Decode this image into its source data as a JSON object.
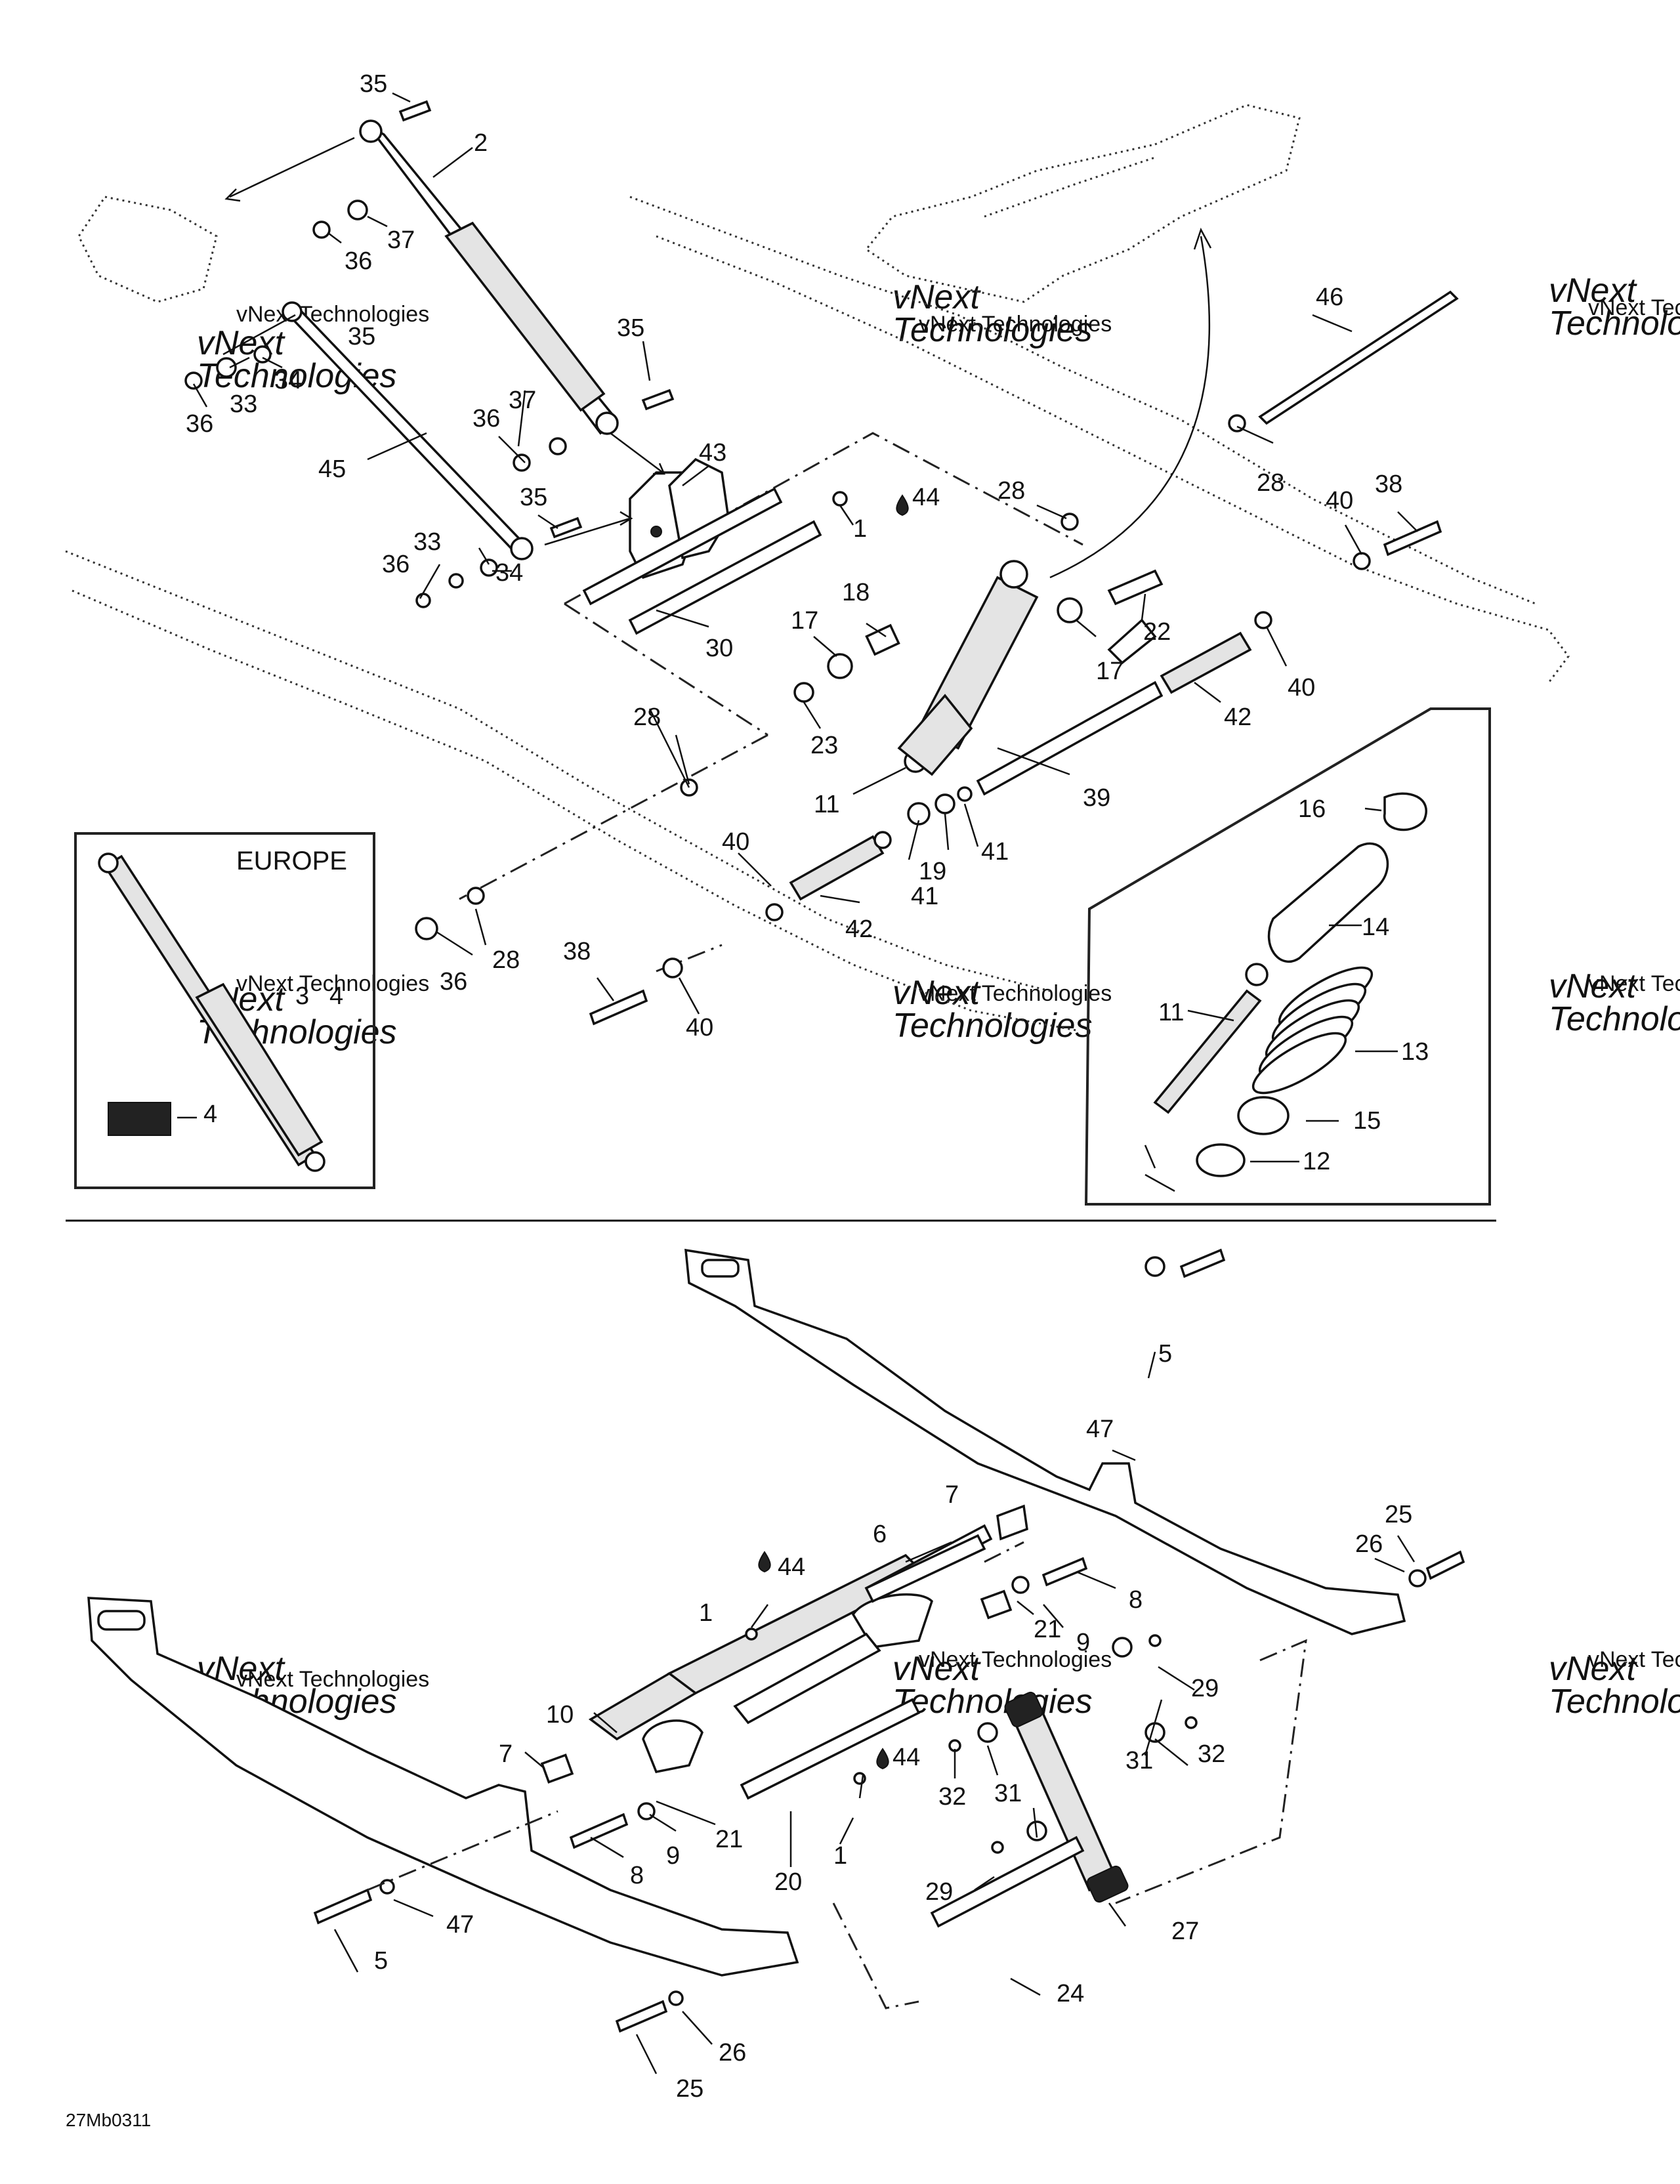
{
  "diagram": {
    "drawing_code": "27Mb0311",
    "inset_title": "EUROPE",
    "watermark_text": "vNext Technologies",
    "watermark_big_line1": "vNext",
    "watermark_big_line2": "Technologies",
    "callouts": [
      {
        "id": "c35a",
        "text": "35"
      },
      {
        "id": "c2",
        "text": "2"
      },
      {
        "id": "c37a",
        "text": "37"
      },
      {
        "id": "c36a",
        "text": "36"
      },
      {
        "id": "c35b",
        "text": "35"
      },
      {
        "id": "c33a",
        "text": "33"
      },
      {
        "id": "c34a",
        "text": "34"
      },
      {
        "id": "c36b",
        "text": "36"
      },
      {
        "id": "c35c",
        "text": "35"
      },
      {
        "id": "c37b",
        "text": "37"
      },
      {
        "id": "c36c",
        "text": "36"
      },
      {
        "id": "c45",
        "text": "45"
      },
      {
        "id": "c43",
        "text": "43"
      },
      {
        "id": "c35d",
        "text": "35"
      },
      {
        "id": "c33b",
        "text": "33"
      },
      {
        "id": "c36d",
        "text": "36"
      },
      {
        "id": "c34b",
        "text": "34"
      },
      {
        "id": "c44a",
        "text": "44"
      },
      {
        "id": "c1a",
        "text": "1"
      },
      {
        "id": "c30",
        "text": "30"
      },
      {
        "id": "c28a",
        "text": "28"
      },
      {
        "id": "c46",
        "text": "46"
      },
      {
        "id": "c28b",
        "text": "28"
      },
      {
        "id": "c40a",
        "text": "40"
      },
      {
        "id": "c38a",
        "text": "38"
      },
      {
        "id": "c18",
        "text": "18"
      },
      {
        "id": "c17a",
        "text": "17"
      },
      {
        "id": "c22",
        "text": "22"
      },
      {
        "id": "c17b",
        "text": "17"
      },
      {
        "id": "c40b",
        "text": "40"
      },
      {
        "id": "c42a",
        "text": "42"
      },
      {
        "id": "c23",
        "text": "23"
      },
      {
        "id": "c28c",
        "text": "28"
      },
      {
        "id": "c11a",
        "text": "11"
      },
      {
        "id": "c39",
        "text": "39"
      },
      {
        "id": "c40c",
        "text": "40"
      },
      {
        "id": "c19",
        "text": "19"
      },
      {
        "id": "c41a",
        "text": "41"
      },
      {
        "id": "c41b",
        "text": "41"
      },
      {
        "id": "c42b",
        "text": "42"
      },
      {
        "id": "c28d",
        "text": "28"
      },
      {
        "id": "c36e",
        "text": "36"
      },
      {
        "id": "c38b",
        "text": "38"
      },
      {
        "id": "c40d",
        "text": "40"
      },
      {
        "id": "c3",
        "text": "3"
      },
      {
        "id": "c4",
        "text": "4"
      },
      {
        "id": "c4b",
        "text": "4"
      },
      {
        "id": "c16",
        "text": "16"
      },
      {
        "id": "c14",
        "text": "14"
      },
      {
        "id": "c11b",
        "text": "11"
      },
      {
        "id": "c13",
        "text": "13"
      },
      {
        "id": "c15",
        "text": "15"
      },
      {
        "id": "c12",
        "text": "12"
      },
      {
        "id": "c5a",
        "text": "5"
      },
      {
        "id": "c47a",
        "text": "47"
      },
      {
        "id": "c7a",
        "text": "7"
      },
      {
        "id": "c6",
        "text": "6"
      },
      {
        "id": "c25a",
        "text": "25"
      },
      {
        "id": "c26a",
        "text": "26"
      },
      {
        "id": "c44b",
        "text": "44"
      },
      {
        "id": "c8a",
        "text": "8"
      },
      {
        "id": "c1b",
        "text": "1"
      },
      {
        "id": "c21a",
        "text": "21"
      },
      {
        "id": "c9a",
        "text": "9"
      },
      {
        "id": "c29a",
        "text": "29"
      },
      {
        "id": "c10",
        "text": "10"
      },
      {
        "id": "c44c",
        "text": "44"
      },
      {
        "id": "c31a",
        "text": "31"
      },
      {
        "id": "c32a",
        "text": "32"
      },
      {
        "id": "c7b",
        "text": "7"
      },
      {
        "id": "c32b",
        "text": "32"
      },
      {
        "id": "c31b",
        "text": "31"
      },
      {
        "id": "c21b",
        "text": "21"
      },
      {
        "id": "c9b",
        "text": "9"
      },
      {
        "id": "c20",
        "text": "20"
      },
      {
        "id": "c1c",
        "text": "1"
      },
      {
        "id": "c8b",
        "text": "8"
      },
      {
        "id": "c29b",
        "text": "29"
      },
      {
        "id": "c47b",
        "text": "47"
      },
      {
        "id": "c27",
        "text": "27"
      },
      {
        "id": "c5b",
        "text": "5"
      },
      {
        "id": "c24",
        "text": "24"
      },
      {
        "id": "c26b",
        "text": "26"
      },
      {
        "id": "c25b",
        "text": "25"
      }
    ]
  }
}
